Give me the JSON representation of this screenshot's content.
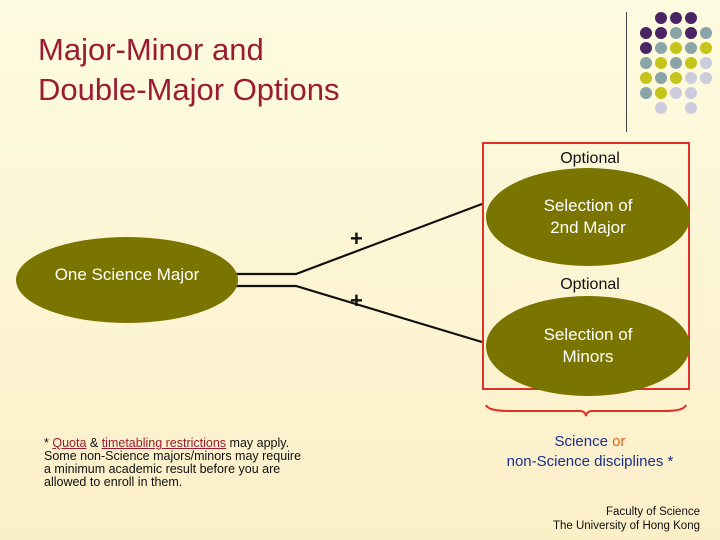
{
  "title": {
    "line1": "Major-Minor and",
    "line2": "Double-Major Options"
  },
  "diagram": {
    "optional_top": "Optional",
    "major_box": "One Science Major",
    "plus": "+",
    "second_major_line1": "Selection of",
    "second_major_line2": "2nd Major",
    "optional_middle": "Optional",
    "minors_line1": "Selection of",
    "minors_line2": "Minors"
  },
  "brace_caption": {
    "science": "Science",
    "or": "or",
    "line2": "non-Science disciplines *"
  },
  "note": {
    "star": "* ",
    "quota": "Quota",
    "amp": " & ",
    "timetabling": "timetabling restrictions",
    "rest1": " may apply.",
    "line2": "Some non-Science majors/minors may require",
    "line3": "a minimum academic result before you are",
    "line4": "allowed to enroll in them."
  },
  "footer": {
    "line1": "Faculty of Science",
    "line2": "The University of Hong Kong"
  },
  "colors": {
    "title": "#9b1b30",
    "olive": "#7a7500",
    "red_box": "#e0302a",
    "blue_text": "#1b2f8c",
    "orange_text": "#d8641a",
    "dot_purple": "#4b2563",
    "dot_teal": "#8aa5a8",
    "dot_yellow": "#c4c41a",
    "dot_lavender": "#ccccdd"
  }
}
